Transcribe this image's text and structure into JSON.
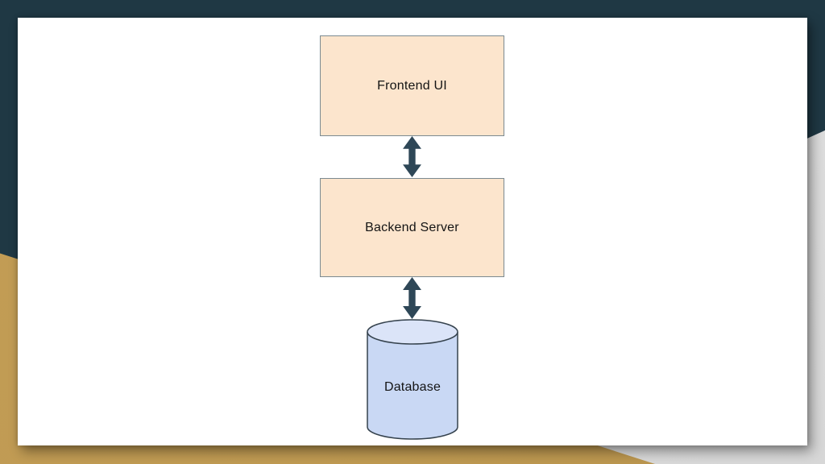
{
  "slide": {
    "background_colors": {
      "navy": "#1f3844",
      "gold": "#bf9a52",
      "gray": "#dcdcdc",
      "canvas": "#ffffff"
    }
  },
  "diagram": {
    "nodes": [
      {
        "id": "frontend",
        "label": "Frontend UI",
        "shape": "rectangle",
        "fill": "#fce5cd",
        "border": "#7b8a91"
      },
      {
        "id": "backend",
        "label": "Backend Server",
        "shape": "rectangle",
        "fill": "#fce5cd",
        "border": "#7b8a91"
      },
      {
        "id": "database",
        "label": "Database",
        "shape": "cylinder",
        "fill": "#c9d8f4",
        "top_fill": "#dbe4f8",
        "border": "#35424d"
      }
    ],
    "connectors": [
      {
        "from": "frontend",
        "to": "backend",
        "style": "double-headed-vertical-arrow",
        "color": "#2e4757"
      },
      {
        "from": "backend",
        "to": "database",
        "style": "double-headed-vertical-arrow",
        "color": "#2e4757"
      }
    ]
  }
}
